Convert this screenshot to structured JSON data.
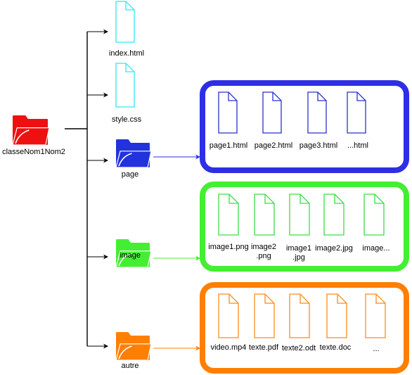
{
  "root": {
    "name": "classeNom1Nom2",
    "color": "#ee1111"
  },
  "top_files": [
    {
      "label": "index.html",
      "color": "#33e6f5"
    },
    {
      "label": "style.css",
      "color": "#33e6f5"
    }
  ],
  "folders": [
    {
      "label": "page",
      "color": "#2233dd",
      "box_color": "#2e2ee6",
      "file_color": "#2a32c8",
      "files": [
        "page1.html",
        "page2.html",
        "page3.html",
        "...html"
      ]
    },
    {
      "label": "image",
      "color": "#44ee33",
      "box_color": "#44ee33",
      "file_color": "#3ddc4a",
      "files": [
        "image1.png",
        "image2\n.png",
        "image1\n.jpg",
        "image2.jpg",
        "image..."
      ]
    },
    {
      "label": "autre",
      "color": "#ff7f00",
      "box_color": "#ff7f00",
      "file_color": "#ff8c1a",
      "files": [
        "video.mp4",
        "texte.pdf",
        "texte2.odt",
        "texte.doc",
        "..."
      ]
    }
  ]
}
